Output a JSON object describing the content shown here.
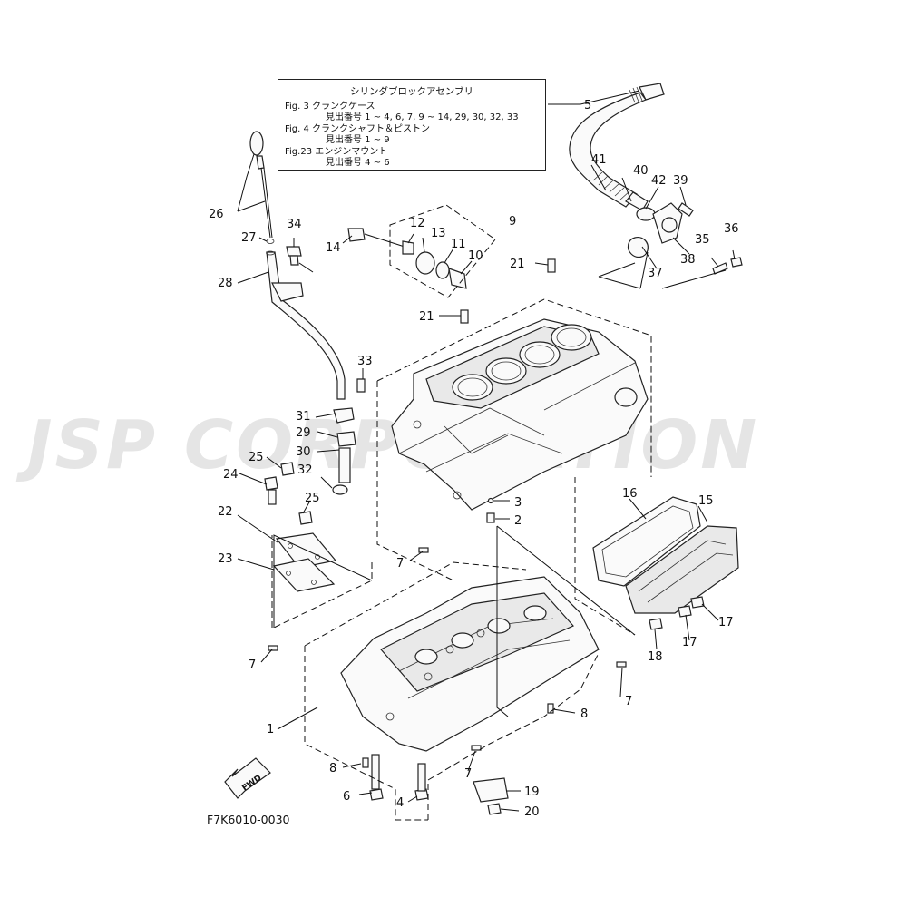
{
  "legend": {
    "title": "シリンダブロックアセンブリ",
    "lines": [
      {
        "text": "Fig.  3 クランクケース",
        "sub": false
      },
      {
        "text": "見出番号 1 ~ 4, 6, 7, 9 ~ 14, 29, 30, 32, 33",
        "sub": true
      },
      {
        "text": "Fig.  4 クランクシャフト＆ピストン",
        "sub": false
      },
      {
        "text": "見出番号 1 ~ 9",
        "sub": true
      },
      {
        "text": "Fig.23 エンジンマウント",
        "sub": false
      },
      {
        "text": "見出番号 4 ~ 6",
        "sub": true
      }
    ]
  },
  "watermark": "JSP CORPORATION",
  "fwd_label": "FWD",
  "drawing_code": "F7K6010-0030",
  "callouts": {
    "n1": "1",
    "n2": "2",
    "n3": "3",
    "n4": "4",
    "n5": "5",
    "n6": "6",
    "n7a": "7",
    "n7b": "7",
    "n7c": "7",
    "n7d": "7",
    "n8a": "8",
    "n8b": "8",
    "n9": "9",
    "n10": "10",
    "n11": "11",
    "n12": "12",
    "n13": "13",
    "n14": "14",
    "n15": "15",
    "n16": "16",
    "n17a": "17",
    "n17b": "17",
    "n18": "18",
    "n19": "19",
    "n20": "20",
    "n21a": "21",
    "n21b": "21",
    "n22": "22",
    "n23": "23",
    "n24": "24",
    "n25a": "25",
    "n25b": "25",
    "n26": "26",
    "n27": "27",
    "n28": "28",
    "n29": "29",
    "n30": "30",
    "n31": "31",
    "n32": "32",
    "n33": "33",
    "n34": "34",
    "n35": "35",
    "n36": "36",
    "n37": "37",
    "n38": "38",
    "n39": "39",
    "n40": "40",
    "n41": "41",
    "n42": "42"
  }
}
